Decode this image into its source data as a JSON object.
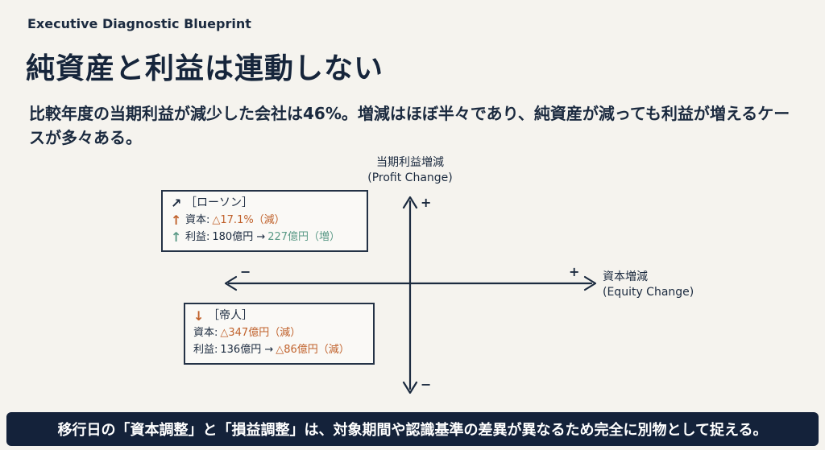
{
  "eyebrow": "Executive Diagnostic Blueprint",
  "title": "純資産と利益は連動しない",
  "lead": "比較年度の当期利益が減少した会社は46%。増減はほぼ半々であり、純資産が減っても利益が増えるケースが多々ある。",
  "axes": {
    "y_label": "当期利益増減",
    "y_label_en": "(Profit Change)",
    "x_label": "資本増減",
    "x_label_en": "(Equity Change)",
    "y_plus": "+",
    "y_minus": "−",
    "x_plus": "+",
    "x_minus": "−"
  },
  "cases": {
    "lawson": {
      "icon": "arrow-up-right",
      "name": "［ローソン］",
      "equity_label": "資本:",
      "equity_value": "△17.1%（減）",
      "equity_icon": "arrow-up",
      "profit_label": "利益:",
      "profit_from": "180億円 →",
      "profit_to": "227億円（増）",
      "profit_icon": "arrow-up"
    },
    "teijin": {
      "icon": "arrow-down",
      "name": "［帝人］",
      "equity_label": "資本:",
      "equity_value": "△347億円（減）",
      "profit_label": "利益:",
      "profit_from": "136億円 →",
      "profit_to": "△86億円（減）"
    }
  },
  "colors": {
    "navy": "#14223a",
    "orange": "#c0612b",
    "teal": "#5b9a87",
    "background": "#f5f3ee"
  },
  "footer": "移行日の「資本調整」と「損益調整」は、対象期間や認識基準の差異が異なるため完全に別物として捉える。"
}
